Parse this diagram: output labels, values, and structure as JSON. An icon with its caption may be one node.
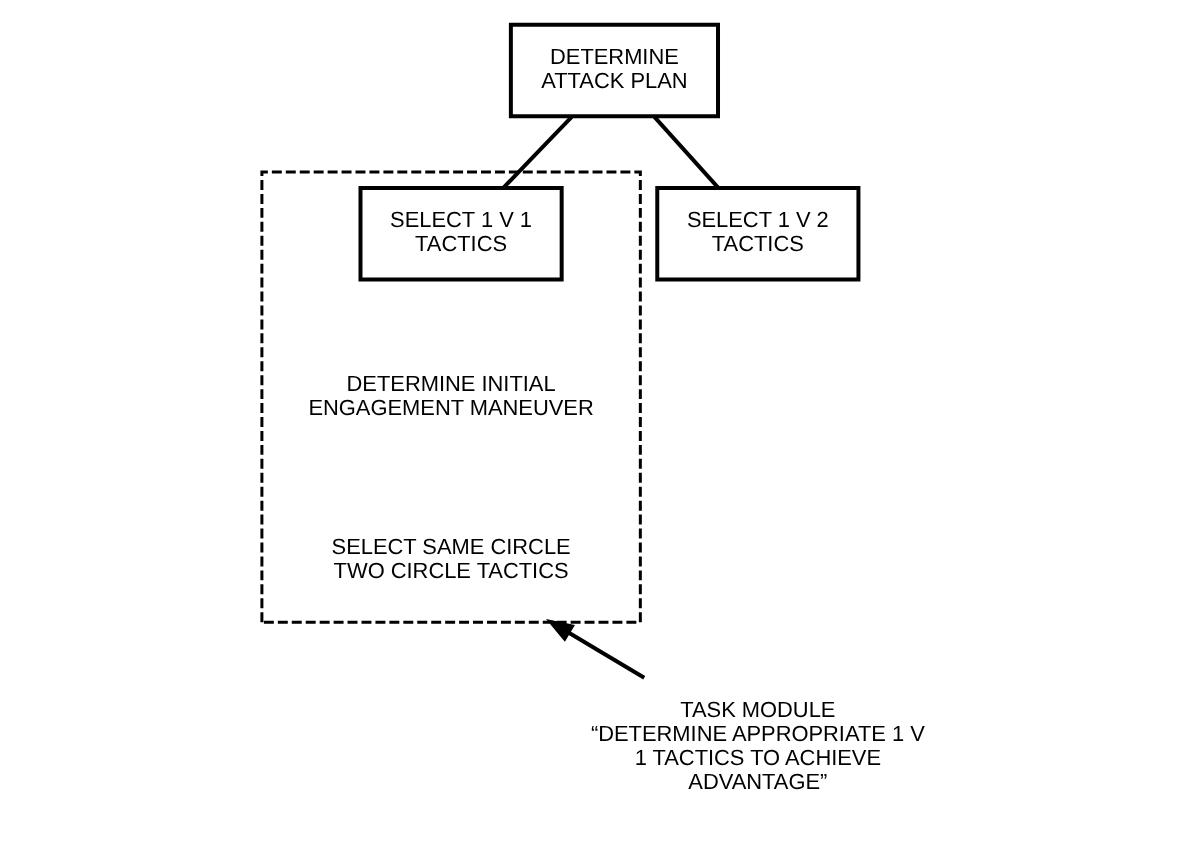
{
  "diagram": {
    "nodes": [
      {
        "text": [
          "DETERMINE ATTACK PLAN"
        ]
      },
      {
        "text": [],
        "shape": "box"
      },
      {
        "text": [
          "SELECT 1 V 1 TACTICS"
        ],
        "in": 1
      },
      {
        "text": [
          "SELECT 1 V 2 TACTICS"
        ]
      },
      {
        "text": [
          "TASK MODULE",
          "“DETERMINE APPROPRIATE 1 V 1 TACTICS TO ACHIEVE ADVANTAGE”"
        ]
      }
    ],
    "edges": [
      {
        "from": 0,
        "to": 2,
        "arrow": "none"
      },
      {
        "from": 0,
        "to": 3,
        "arrow": "none"
      },
      {
        "from": 4,
        "to": 1,
        "arrow": "to"
      }
    ],
    "labels": [
      "DETERMINE INITIAL ENGAGEMENT MANEUVER",
      "SELECT SAME CIRCLE TWO CIRCLE TACTICS"
    ]
  }
}
